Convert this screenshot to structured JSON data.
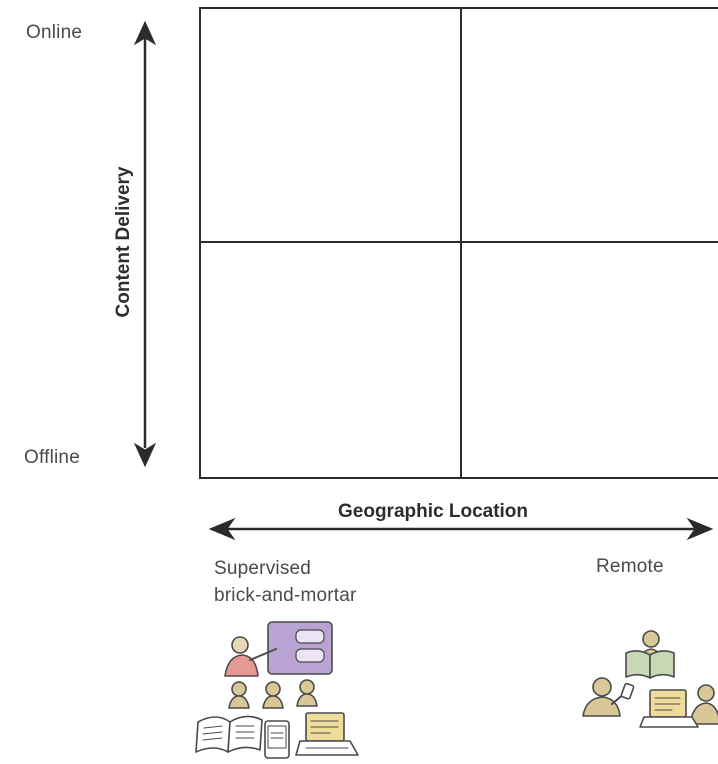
{
  "y_axis": {
    "title": "Content Delivery",
    "top_label": "Online",
    "bottom_label": "Offline"
  },
  "x_axis": {
    "title": "Geographic Location",
    "left_label_line1": "Supervised",
    "left_label_line2": "brick-and-mortar",
    "right_label": "Remote"
  },
  "colors": {
    "line": "#2b2b2b",
    "text": "#4a4a4a",
    "screen_purple": "#b9a3d3",
    "person_tan": "#d8c898",
    "teacher_red": "#e59a94",
    "book_green": "#c9d8b4",
    "device_yellow": "#f0dc9a"
  },
  "icons": {
    "classroom": "classroom-illustration-icon",
    "remote": "remote-learners-illustration-icon"
  }
}
